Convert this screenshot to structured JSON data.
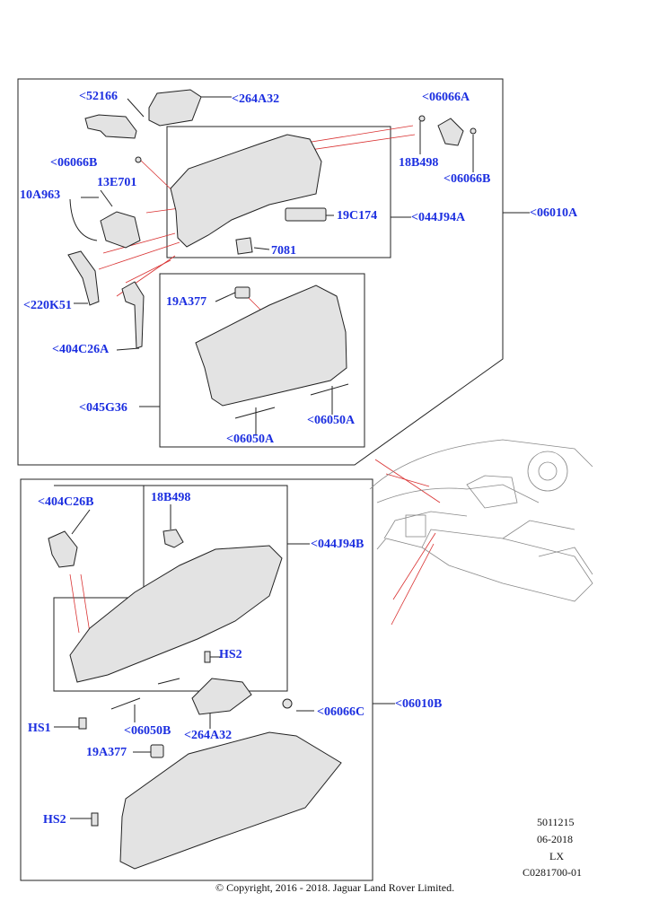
{
  "colors": {
    "callout": "#1b2ee0",
    "leader_red": "#d93030",
    "line": "#222222",
    "part_fill": "#d8d8d8",
    "part_dark": "#6a6a6a"
  },
  "labels": {
    "p52166": "<52166",
    "p264A32_top": "<264A32",
    "p06066A": "<06066A",
    "p06066B_left": "<06066B",
    "p18B498_top": "18B498",
    "p06066B_right": "<06066B",
    "p10A963": "10A963",
    "p13E701": "13E701",
    "p19C174": "19C174",
    "p044J94A": "<044J94A",
    "p06010A": "<06010A",
    "p7081": "7081",
    "p220K51": "<220K51",
    "p19A377_top": "19A377",
    "p404C26A": "<404C26A",
    "p045G36": "<045G36",
    "p06050A_right": "<06050A",
    "p06050A_left": "<06050A",
    "p404C26B": "<404C26B",
    "p18B498_bottom": "18B498",
    "p044J94B": "<044J94B",
    "pHS2_mid": "HS2",
    "p06010B": "<06010B",
    "p06066C": "<06066C",
    "pHS1": "HS1",
    "p06050B": "<06050B",
    "p264A32_bottom": "<264A32",
    "p19A377_bottom": "19A377",
    "pHS2_bottom": "HS2"
  },
  "meta": {
    "ref_number": "5011215",
    "date": "06-2018",
    "model": "LX",
    "figure_code": "C0281700-01"
  },
  "copyright": "© Copyright, 2016 - 2018. Jaguar Land Rover Limited."
}
